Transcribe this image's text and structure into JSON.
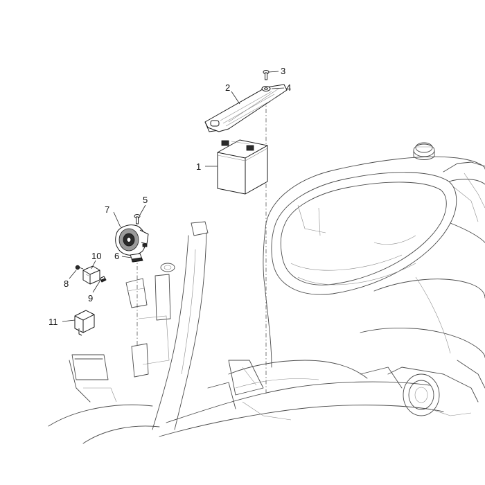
{
  "callouts": [
    {
      "id": "1",
      "label": "1"
    },
    {
      "id": "2",
      "label": "2"
    },
    {
      "id": "3",
      "label": "3"
    },
    {
      "id": "4",
      "label": "4"
    },
    {
      "id": "5",
      "label": "5"
    },
    {
      "id": "6",
      "label": "6"
    },
    {
      "id": "7",
      "label": "7"
    },
    {
      "id": "8",
      "label": "8"
    },
    {
      "id": "9",
      "label": "9"
    },
    {
      "id": "10",
      "label": "10"
    },
    {
      "id": "11",
      "label": "11"
    }
  ],
  "parts": {
    "battery": "battery-icon",
    "battery_strap": "strap-icon",
    "screw": "screw-icon",
    "washer": "washer-icon",
    "horn": "horn-icon",
    "bracket": "bracket-icon",
    "relay": "relay-icon",
    "control_unit": "control-unit-icon"
  },
  "colors": {
    "line": "#4a4a4a",
    "part_outline": "#1a1a1a",
    "background": "#ffffff"
  }
}
